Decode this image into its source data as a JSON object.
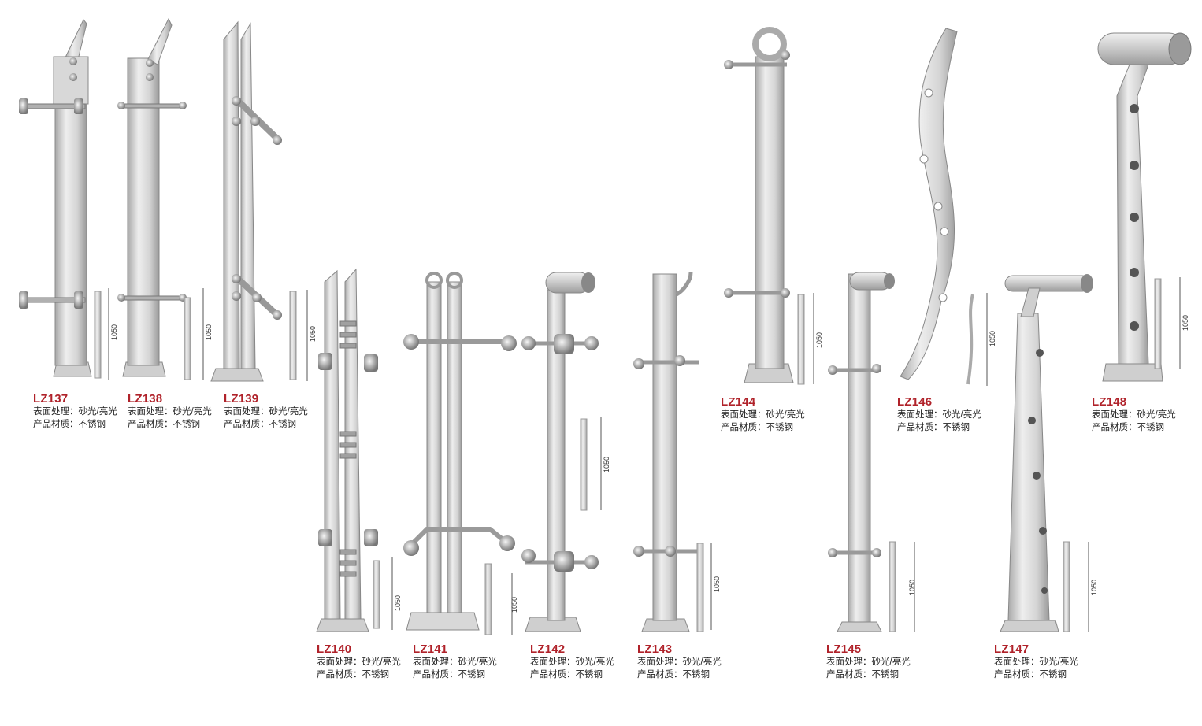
{
  "products": [
    {
      "code": "LZ137",
      "finish": "表面处理：砂光/亮光",
      "material": "产品材质：不锈钢",
      "height": "1050"
    },
    {
      "code": "LZ138",
      "finish": "表面处理：砂光/亮光",
      "material": "产品材质：不锈钢",
      "height": "1050"
    },
    {
      "code": "LZ139",
      "finish": "表面处理：砂光/亮光",
      "material": "产品材质：不锈钢",
      "height": "1050"
    },
    {
      "code": "LZ140",
      "finish": "表面处理：砂光/亮光",
      "material": "产品材质：不锈钢",
      "height": "1050"
    },
    {
      "code": "LZ141",
      "finish": "表面处理：砂光/亮光",
      "material": "产品材质：不锈钢",
      "height": "1050"
    },
    {
      "code": "LZ142",
      "finish": "表面处理：砂光/亮光",
      "material": "产品材质：不锈钢",
      "height": "1050"
    },
    {
      "code": "LZ143",
      "finish": "表面处理：砂光/亮光",
      "material": "产品材质：不锈钢",
      "height": "1050"
    },
    {
      "code": "LZ144",
      "finish": "表面处理：砂光/亮光",
      "material": "产品材质：不锈钢",
      "height": "1050"
    },
    {
      "code": "LZ145",
      "finish": "表面处理：砂光/亮光",
      "material": "产品材质：不锈钢",
      "height": "1050"
    },
    {
      "code": "LZ146",
      "finish": "表面处理：砂光/亮光",
      "material": "产品材质：不锈钢",
      "height": "1050"
    },
    {
      "code": "LZ147",
      "finish": "表面处理：砂光/亮光",
      "material": "产品材质：不锈钢",
      "height": "1050"
    },
    {
      "code": "LZ148",
      "finish": "表面处理：砂光/亮光",
      "material": "产品材质：不锈钢",
      "height": "1050"
    }
  ],
  "colors": {
    "code_red": "#b0222a",
    "steel_light": "#e6e6e6",
    "steel_mid": "#c4c4c4",
    "steel_dark": "#8e8e8e"
  }
}
